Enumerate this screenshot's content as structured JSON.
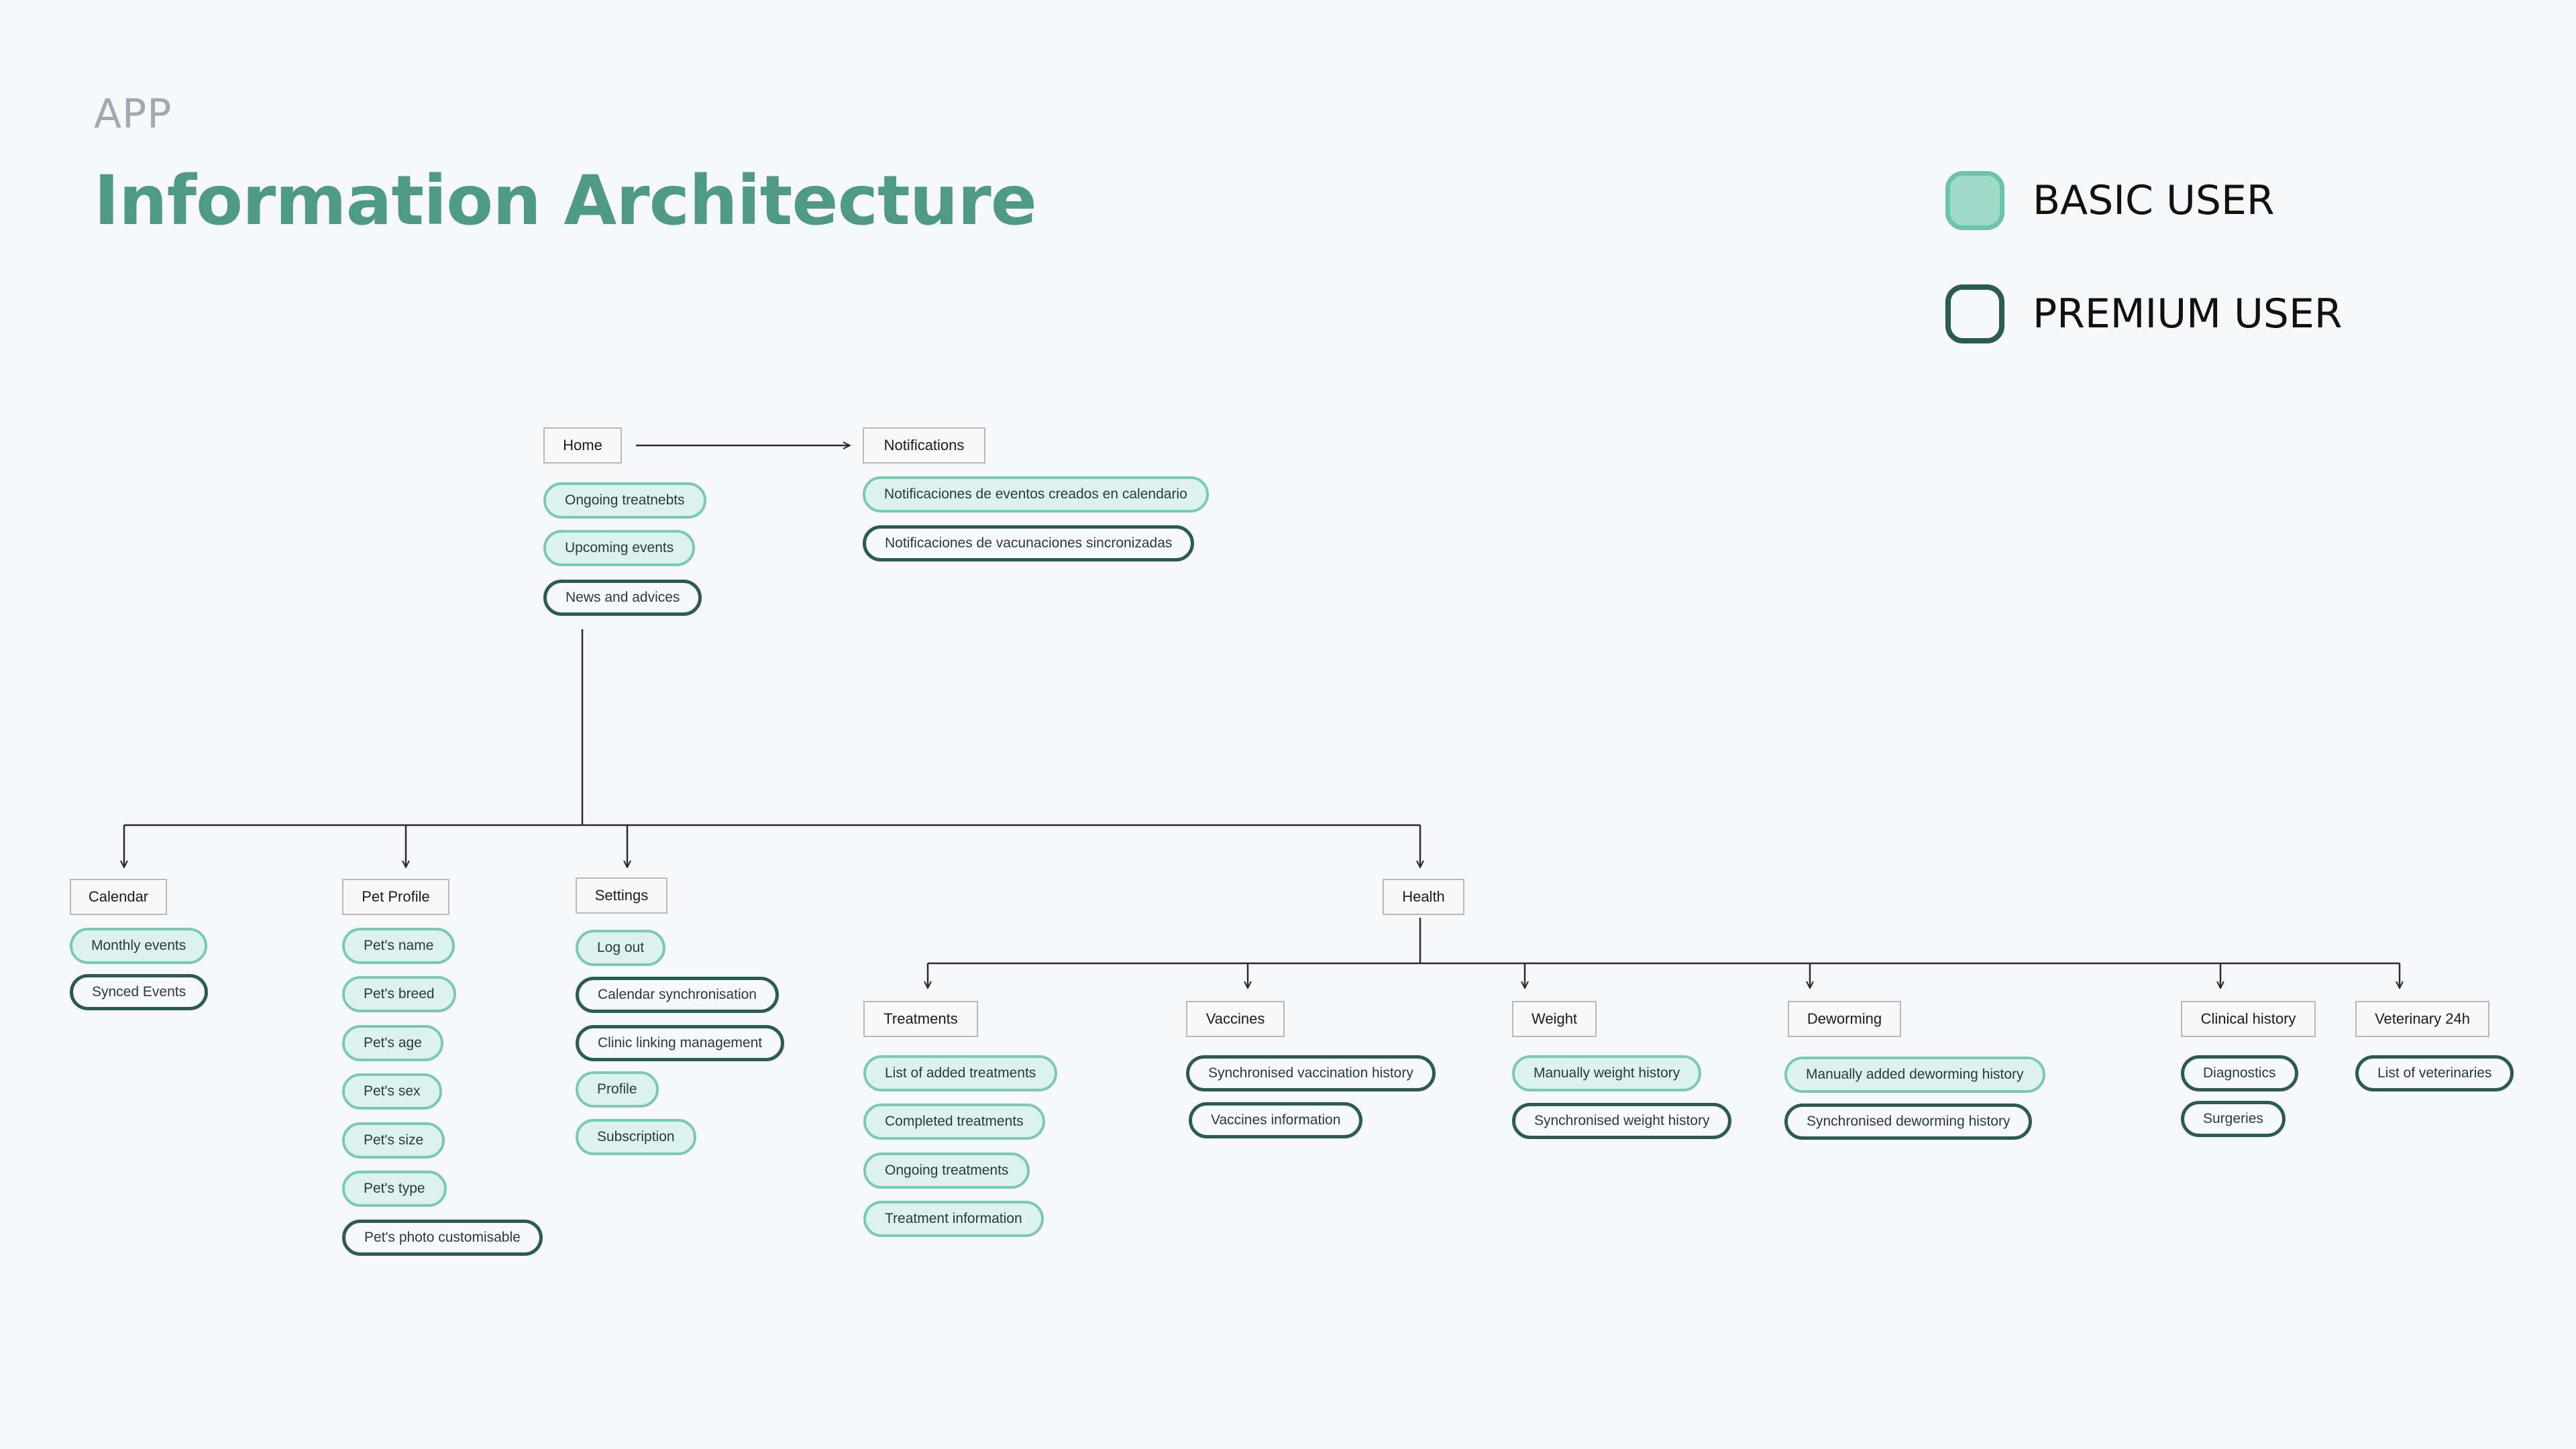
{
  "header": {
    "eyebrow": "APP",
    "title": "Information Architecture"
  },
  "legend": {
    "basic_label": "BASIC USER",
    "premium_label": "PREMIUM USER",
    "colors": {
      "basic_fill": "#9fdac9",
      "basic_border": "#6cc3ad",
      "premium_border": "#2c5c4f"
    }
  },
  "nodes": {
    "home": "Home",
    "notifications": "Notifications",
    "calendar": "Calendar",
    "pet_profile": "Pet Profile",
    "settings": "Settings",
    "health": "Health",
    "treatments": "Treatments",
    "vaccines": "Vaccines",
    "weight": "Weight",
    "deworming": "Deworming",
    "clinical_history": "Clinical history",
    "veterinary_24h": "Veterinary 24h"
  },
  "items": {
    "home": [
      "Ongoing treatnebts",
      "Upcoming events",
      "News and advices"
    ],
    "notifications": [
      "Notificaciones de eventos creados en calendario",
      "Notificaciones de vacunaciones sincronizadas"
    ],
    "calendar": [
      "Monthly events",
      "Synced Events"
    ],
    "pet_profile": [
      "Pet's name",
      "Pet's breed",
      "Pet's age",
      "Pet's sex",
      "Pet's size",
      "Pet's type",
      "Pet's photo customisable"
    ],
    "settings": [
      "Log out",
      "Calendar synchronisation",
      "Clinic linking management",
      "Profile",
      "Subscription"
    ],
    "treatments": [
      "List of added treatments",
      "Completed treatments",
      "Ongoing treatments",
      "Treatment information"
    ],
    "vaccines": [
      "Synchronised vaccination history",
      "Vaccines information"
    ],
    "weight": [
      "Manually weight history",
      "Synchronised weight history"
    ],
    "deworming": [
      "Manually added deworming history",
      "Synchronised deworming history"
    ],
    "clinical_history": [
      "Diagnostics",
      "Surgeries"
    ],
    "veterinary_24h": [
      "List of veterinaries"
    ]
  }
}
